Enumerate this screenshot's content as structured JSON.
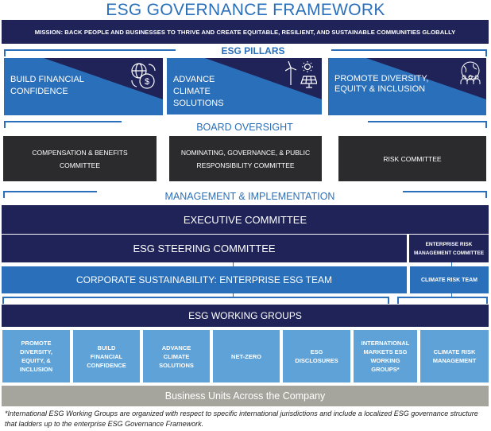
{
  "title": "ESG GOVERNANCE FRAMEWORK",
  "mission": "MISSION: BACK PEOPLE AND BUSINESSES TO THRIVE AND CREATE EQUITABLE, RESILIENT, AND SUSTAINABLE COMMUNITIES GLOBALLY",
  "pillars": {
    "label": "ESG PILLARS",
    "items": [
      {
        "label": "BUILD FINANCIAL CONFIDENCE",
        "icon": "globe-dollar-icon"
      },
      {
        "label": "ADVANCE CLIMATE SOLUTIONS",
        "icon": "wind-solar-icon"
      },
      {
        "label": "PROMOTE DIVERSITY, EQUITY & INCLUSION",
        "icon": "globe-people-icon"
      }
    ]
  },
  "board": {
    "label": "BOARD OVERSIGHT",
    "committees": [
      "COMPENSATION & BENEFITS COMMITTEE",
      "NOMINATING, GOVERNANCE, & PUBLIC RESPONSIBILITY COMMITTEE",
      "RISK COMMITTEE"
    ]
  },
  "management": {
    "label": "MANAGEMENT & IMPLEMENTATION",
    "executive": "EXECUTIVE COMMITTEE",
    "steering": "ESG STEERING COMMITTEE",
    "erm": "ENTERPRISE RISK MANAGEMENT COMMITTEE",
    "corporate": "CORPORATE SUSTAINABILITY: ENTERPRISE ESG TEAM",
    "climate_team": "CLIMATE RISK TEAM"
  },
  "working_groups": {
    "label": "ESG WORKING GROUPS",
    "items": [
      "PROMOTE DIVERSITY, EQUITY, & INCLUSION",
      "BUILD FINANCIAL CONFIDENCE",
      "ADVANCE CLIMATE SOLUTIONS",
      "NET-ZERO",
      "ESG DISCLOSURES",
      "INTERNATIONAL MARKETS ESG WORKING GROUPS*",
      "CLIMATE RISK MANAGEMENT"
    ]
  },
  "business_units": "Business Units Across the Company",
  "footnote": "*International ESG Working Groups are organized with respect to specific international jurisdictions and include a localized ESG governance structure that ladders up to the enterprise ESG Governance Framework.",
  "colors": {
    "navy": "#1f2358",
    "blue": "#2a6fba",
    "dark": "#2b2b2d",
    "light_blue": "#5ea2d8",
    "gray": "#a6a59d"
  }
}
